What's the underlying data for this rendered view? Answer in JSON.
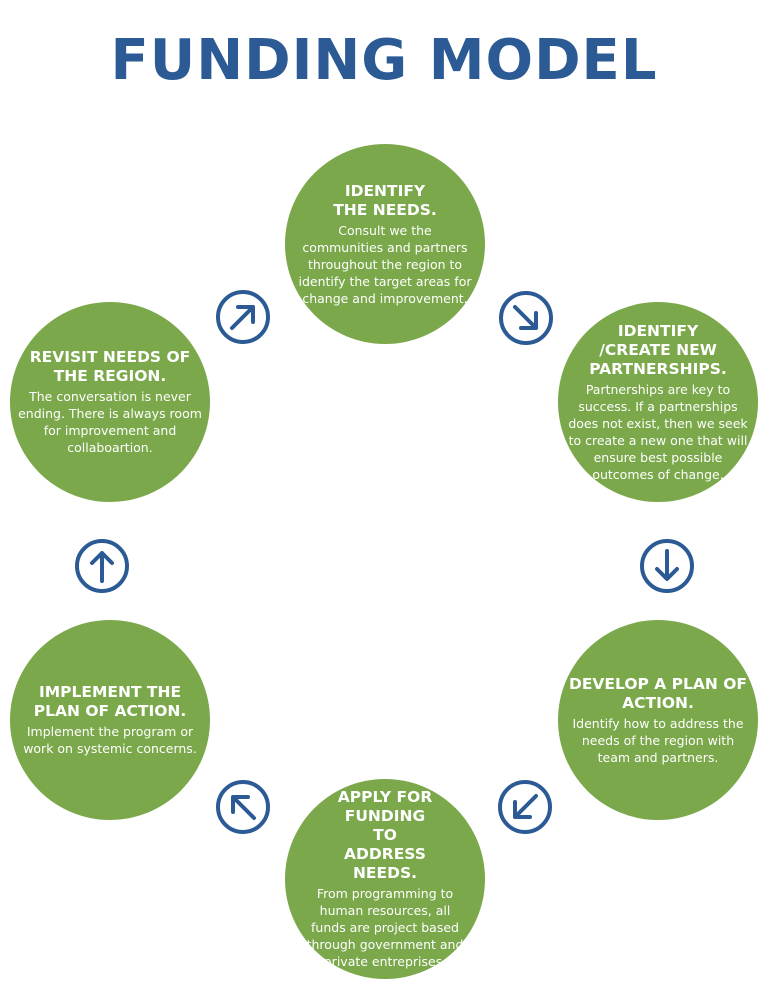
{
  "title": "FUNDING MODEL",
  "colors": {
    "title": "#2b5a94",
    "circle": "#7aa84a",
    "arrow": "#2b5a94"
  },
  "steps": [
    {
      "heading": "IDENTIFY THE NEEDS.",
      "body": "Consult we the communities and partners throughout the region to identify the target areas for change and improvement."
    },
    {
      "heading": "IDENTIFY /CREATE NEW PARTNERSHIPS.",
      "body": "Partnerships are key to success. If a partnerships does not exist, then we seek to create a new one that will ensure best possible outcomes of change."
    },
    {
      "heading": "DEVELOP A PLAN OF ACTION.",
      "body": "Identify how to address the needs of the region with team and partners."
    },
    {
      "heading": "APPLY FOR FUNDING TO ADDRESS NEEDS.",
      "body": "From programming to human resources, all funds are project based through government and private entreprises."
    },
    {
      "heading": "IMPLEMENT THE PLAN OF ACTION.",
      "body": "Implement the program or work on systemic concerns."
    },
    {
      "heading": "REVISIT NEEDS OF THE REGION.",
      "body": "The conversation is never ending. There is always room for improvement and collaboartion."
    }
  ],
  "arrows": [
    {
      "icon": "arrow-down-right-icon"
    },
    {
      "icon": "arrow-down-icon"
    },
    {
      "icon": "arrow-down-left-icon"
    },
    {
      "icon": "arrow-up-left-icon"
    },
    {
      "icon": "arrow-up-icon"
    },
    {
      "icon": "arrow-up-right-icon"
    }
  ]
}
